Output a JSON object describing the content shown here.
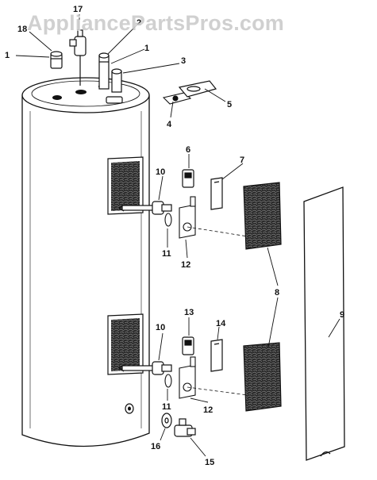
{
  "watermark": "AppliancePartsPros.com",
  "callouts": {
    "c1a": "1",
    "c1b": "1",
    "c2": "2",
    "c3": "3",
    "c4": "4",
    "c5": "5",
    "c6": "6",
    "c7": "7",
    "c8": "8",
    "c9": "9",
    "c10a": "10",
    "c10b": "10",
    "c11a": "11",
    "c11b": "11",
    "c12a": "12",
    "c12b": "12",
    "c13": "13",
    "c14": "14",
    "c15": "15",
    "c16": "16",
    "c17": "17",
    "c18": "18"
  },
  "colors": {
    "line": "#111111",
    "insulation": "#2a2a2a",
    "watermark": "#aaaaaa"
  }
}
